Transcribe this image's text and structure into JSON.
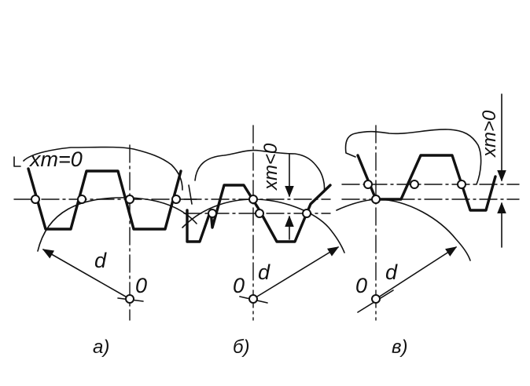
{
  "panels": [
    {
      "id": "a",
      "caption": "а)",
      "shift_label": "xm=0",
      "diameter_label": "d",
      "center_label": "0"
    },
    {
      "id": "b",
      "caption": "б)",
      "shift_label": "xm<0",
      "diameter_label": "d",
      "center_label": "0"
    },
    {
      "id": "v",
      "caption": "в)",
      "shift_label": "xm>0",
      "diameter_label": "d",
      "center_label": "0"
    }
  ]
}
